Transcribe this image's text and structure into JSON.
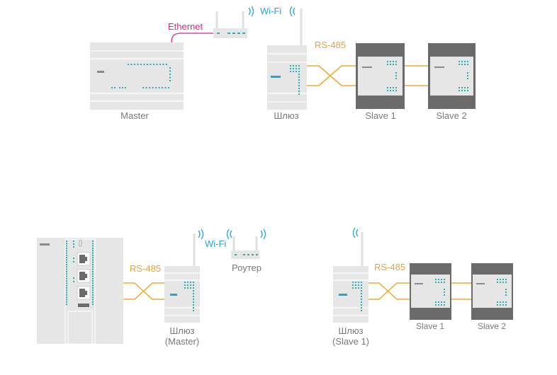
{
  "top_scheme": {
    "master_label": "Master",
    "gateway_label": "Шлюз",
    "slave1_label": "Slave 1",
    "slave2_label": "Slave 2",
    "ethernet_label": "Ethernet",
    "wifi_label": "Wi-Fi",
    "rs485_label": "RS-485"
  },
  "bottom_left_scheme": {
    "rs485_label": "RS-485",
    "wifi_label": "Wi-Fi",
    "router_label": "Роутер",
    "gateway_label_line1": "Шлюз",
    "gateway_label_line2": "(Master)"
  },
  "bottom_right_scheme": {
    "rs485_label": "RS-485",
    "gateway_label_line1": "Шлюз",
    "gateway_label_line2": "(Slave 1)",
    "slave1_label": "Slave 1",
    "slave2_label": "Slave 2"
  },
  "colors": {
    "wifi": "#22a6d6",
    "rs485": "#f0a830",
    "ethernet": "#d6288a",
    "led": "#2ab0b0",
    "text": "#7a7a7a"
  }
}
